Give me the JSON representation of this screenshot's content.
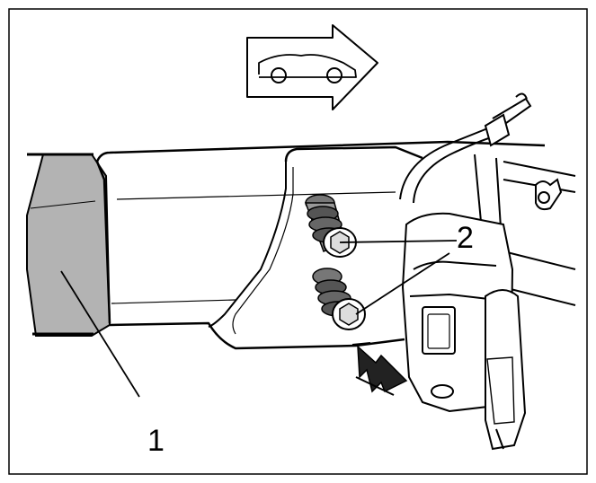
{
  "callouts": [
    {
      "id": "1",
      "label": "1"
    },
    {
      "id": "2",
      "label": "2"
    }
  ],
  "direction_indicator": {
    "icon": "car-forward-arrow-icon",
    "meaning": ""
  },
  "removal_arrow": {
    "icon": "down-arrow-icon"
  },
  "colors": {
    "line": "#000000",
    "shaded_part": "#b3b3b3",
    "background": "#ffffff",
    "thread": "#555555"
  }
}
